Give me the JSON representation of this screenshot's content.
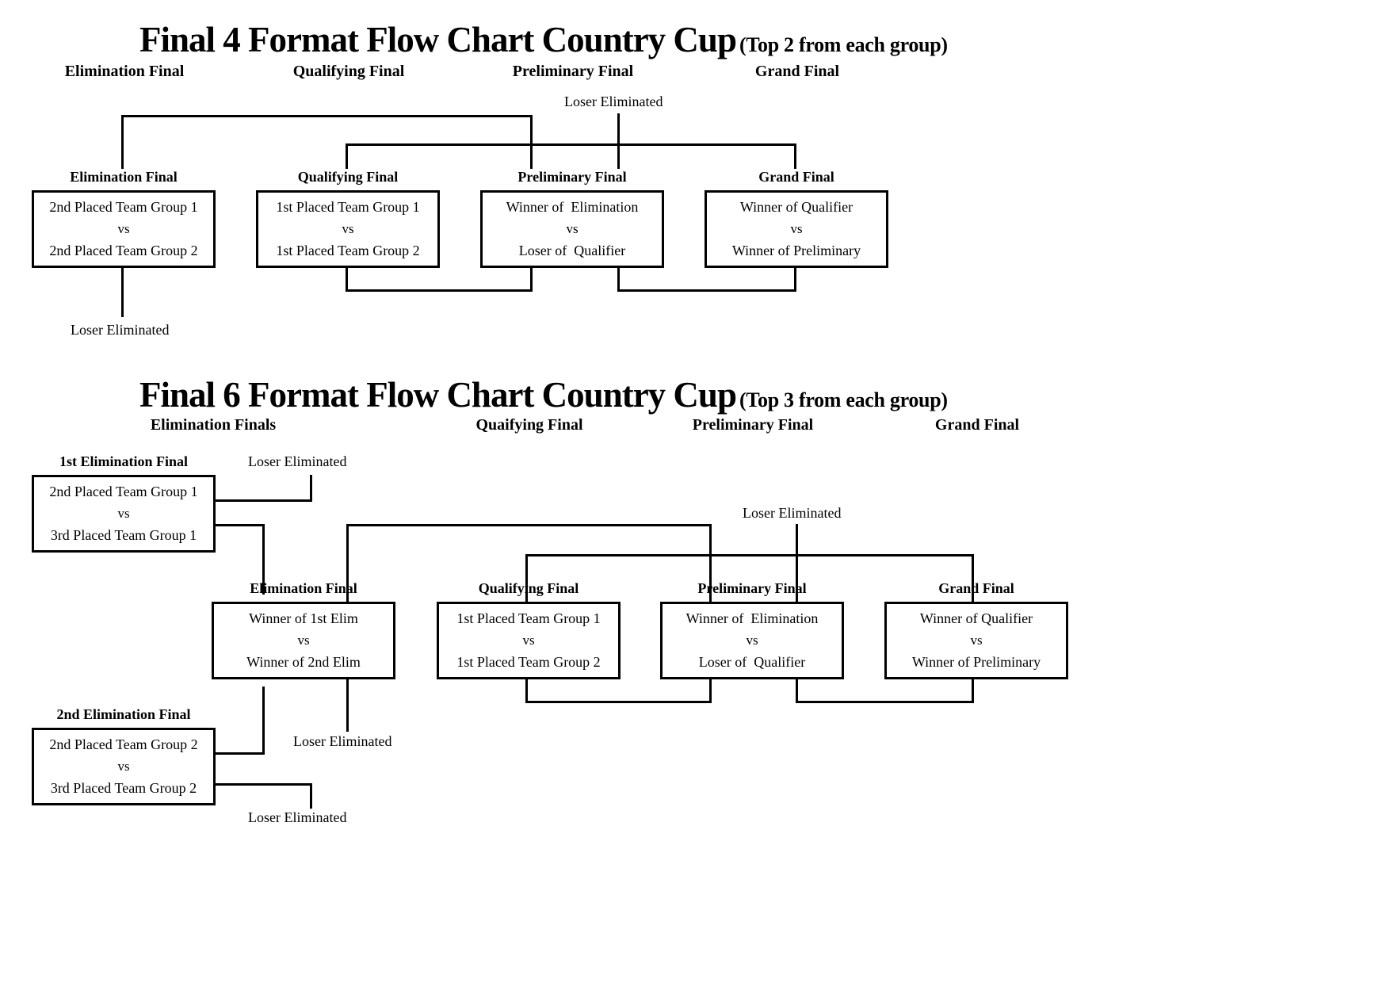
{
  "page": {
    "background": "#ffffff",
    "line_color": "#000000"
  },
  "charts": [
    {
      "id": "final-4",
      "title_main": "Final 4 Format Flow Chart Country Cup",
      "title_sub": "(Top 2 from each group)",
      "column_headers": [
        "Elimination Final",
        "Qualifying Final",
        "Preliminary Final",
        "Grand Final"
      ],
      "boxes": [
        {
          "caption": "Elimination Final",
          "line1": "2nd Placed Team Group 1",
          "vs": "vs",
          "line2": "2nd Placed Team Group 2"
        },
        {
          "caption": "Qualifying Final",
          "line1": "1st Placed Team Group 1",
          "vs": "vs",
          "line2": "1st Placed Team Group 2"
        },
        {
          "caption": "Preliminary Final",
          "line1": "Winner of  Elimination",
          "vs": "vs",
          "line2": "Loser of  Qualifier"
        },
        {
          "caption": "Grand Final",
          "line1": "Winner of Qualifier",
          "vs": "vs",
          "line2": "Winner of Preliminary"
        }
      ],
      "notes": [
        "Loser Eliminated",
        "Loser Eliminated"
      ]
    },
    {
      "id": "final-6",
      "title_main": "Final 6 Format Flow Chart Country Cup",
      "title_sub": "(Top 3 from each group)",
      "column_headers": [
        "Elimination Finals",
        "Quaifying Final",
        "Preliminary Final",
        "Grand Final"
      ],
      "boxes": [
        {
          "caption": "1st Elimination Final",
          "line1": "2nd Placed Team Group 1",
          "vs": "vs",
          "line2": "3rd Placed Team Group 1"
        },
        {
          "caption": "2nd Elimination Final",
          "line1": "2nd Placed Team Group 2",
          "vs": "vs",
          "line2": "3rd Placed Team Group 2"
        },
        {
          "caption": "Elimination Final",
          "line1": "Winner of 1st Elim",
          "vs": "vs",
          "line2": "Winner of 2nd Elim"
        },
        {
          "caption": "Qualifying Final",
          "line1": "1st Placed Team Group 1",
          "vs": "vs",
          "line2": "1st Placed Team Group 2"
        },
        {
          "caption": "Preliminary Final",
          "line1": "Winner of  Elimination",
          "vs": "vs",
          "line2": "Loser of  Qualifier"
        },
        {
          "caption": "Grand Final",
          "line1": "Winner of Qualifier",
          "vs": "vs",
          "line2": "Winner of Preliminary"
        }
      ],
      "notes": [
        "Loser Eliminated",
        "Loser Eliminated",
        "Loser Eliminated",
        "Loser Eliminated"
      ]
    }
  ]
}
